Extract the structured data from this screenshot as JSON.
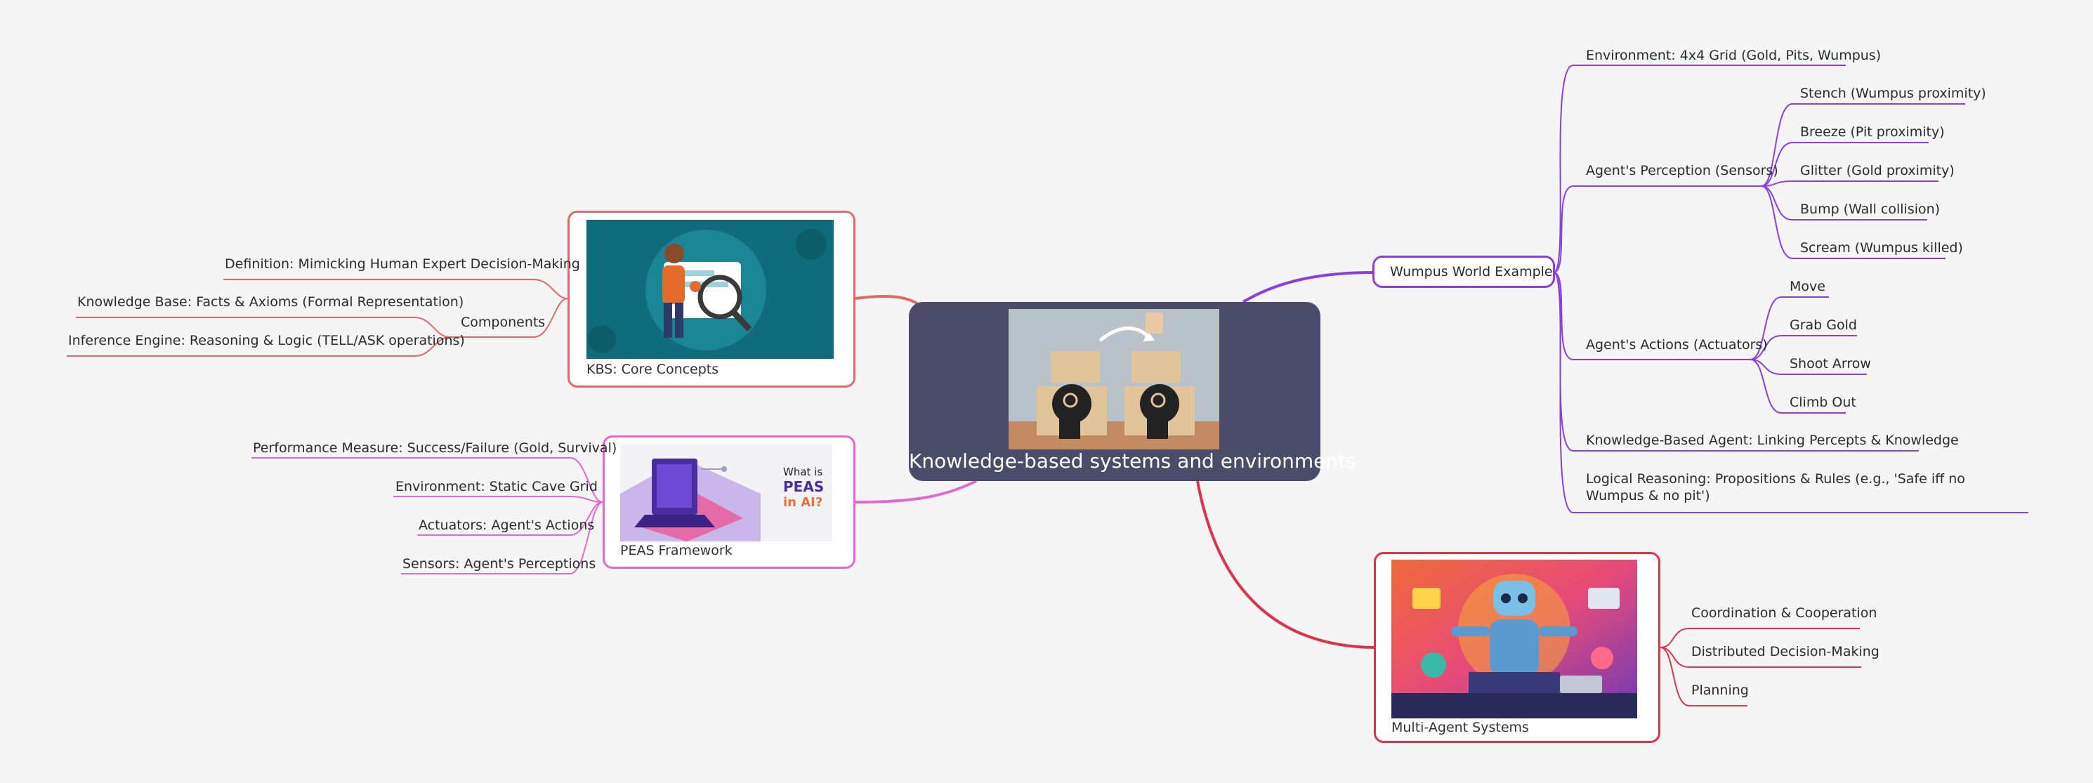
{
  "root": {
    "title": "Knowledge-based systems and environments",
    "image": "head-puzzle-icon"
  },
  "kbs": {
    "title": "KBS: Core Concepts",
    "image": "magnifier-user-icon",
    "definition": "Definition: Mimicking Human Expert Decision-Making",
    "components_label": "Components",
    "components": [
      "Knowledge Base: Facts & Axioms (Formal Representation)",
      "Inference Engine: Reasoning & Logic (TELL/ASK operations)"
    ]
  },
  "peas": {
    "title": "PEAS Framework",
    "image": "peas-laptop-icon",
    "image_text": [
      "What is",
      "PEAS",
      "in AI?"
    ],
    "items": [
      "Performance Measure: Success/Failure (Gold, Survival)",
      "Environment: Static Cave Grid",
      "Actuators: Agent's Actions",
      "Sensors: Agent's Perceptions"
    ]
  },
  "wumpus": {
    "title": "Wumpus World Example",
    "environment": "Environment: 4x4 Grid (Gold, Pits, Wumpus)",
    "perception_label": "Agent's Perception (Sensors)",
    "perceptions": [
      "Stench (Wumpus proximity)",
      "Breeze (Pit proximity)",
      "Glitter (Gold proximity)",
      "Bump (Wall collision)",
      "Scream (Wumpus killed)"
    ],
    "actions_label": "Agent's Actions (Actuators)",
    "actions": [
      "Move",
      "Grab Gold",
      "Shoot Arrow",
      "Climb Out"
    ],
    "kb_agent": "Knowledge-Based Agent: Linking Percepts & Knowledge",
    "reasoning": "Logical Reasoning: Propositions & Rules (e.g., 'Safe iff no Wumpus & no pit')"
  },
  "mas": {
    "title": "Multi-Agent Systems",
    "image": "robot-multitask-icon",
    "items": [
      "Coordination & Cooperation",
      "Distributed Decision-Making",
      "Planning"
    ]
  },
  "colors": {
    "background": "#f5f5f5",
    "root": "#4a4c6a",
    "kbs": "#e06a6a",
    "peas": "#e06ad0",
    "wumpus": "#8a3fe0",
    "mas": "#d9344a"
  }
}
